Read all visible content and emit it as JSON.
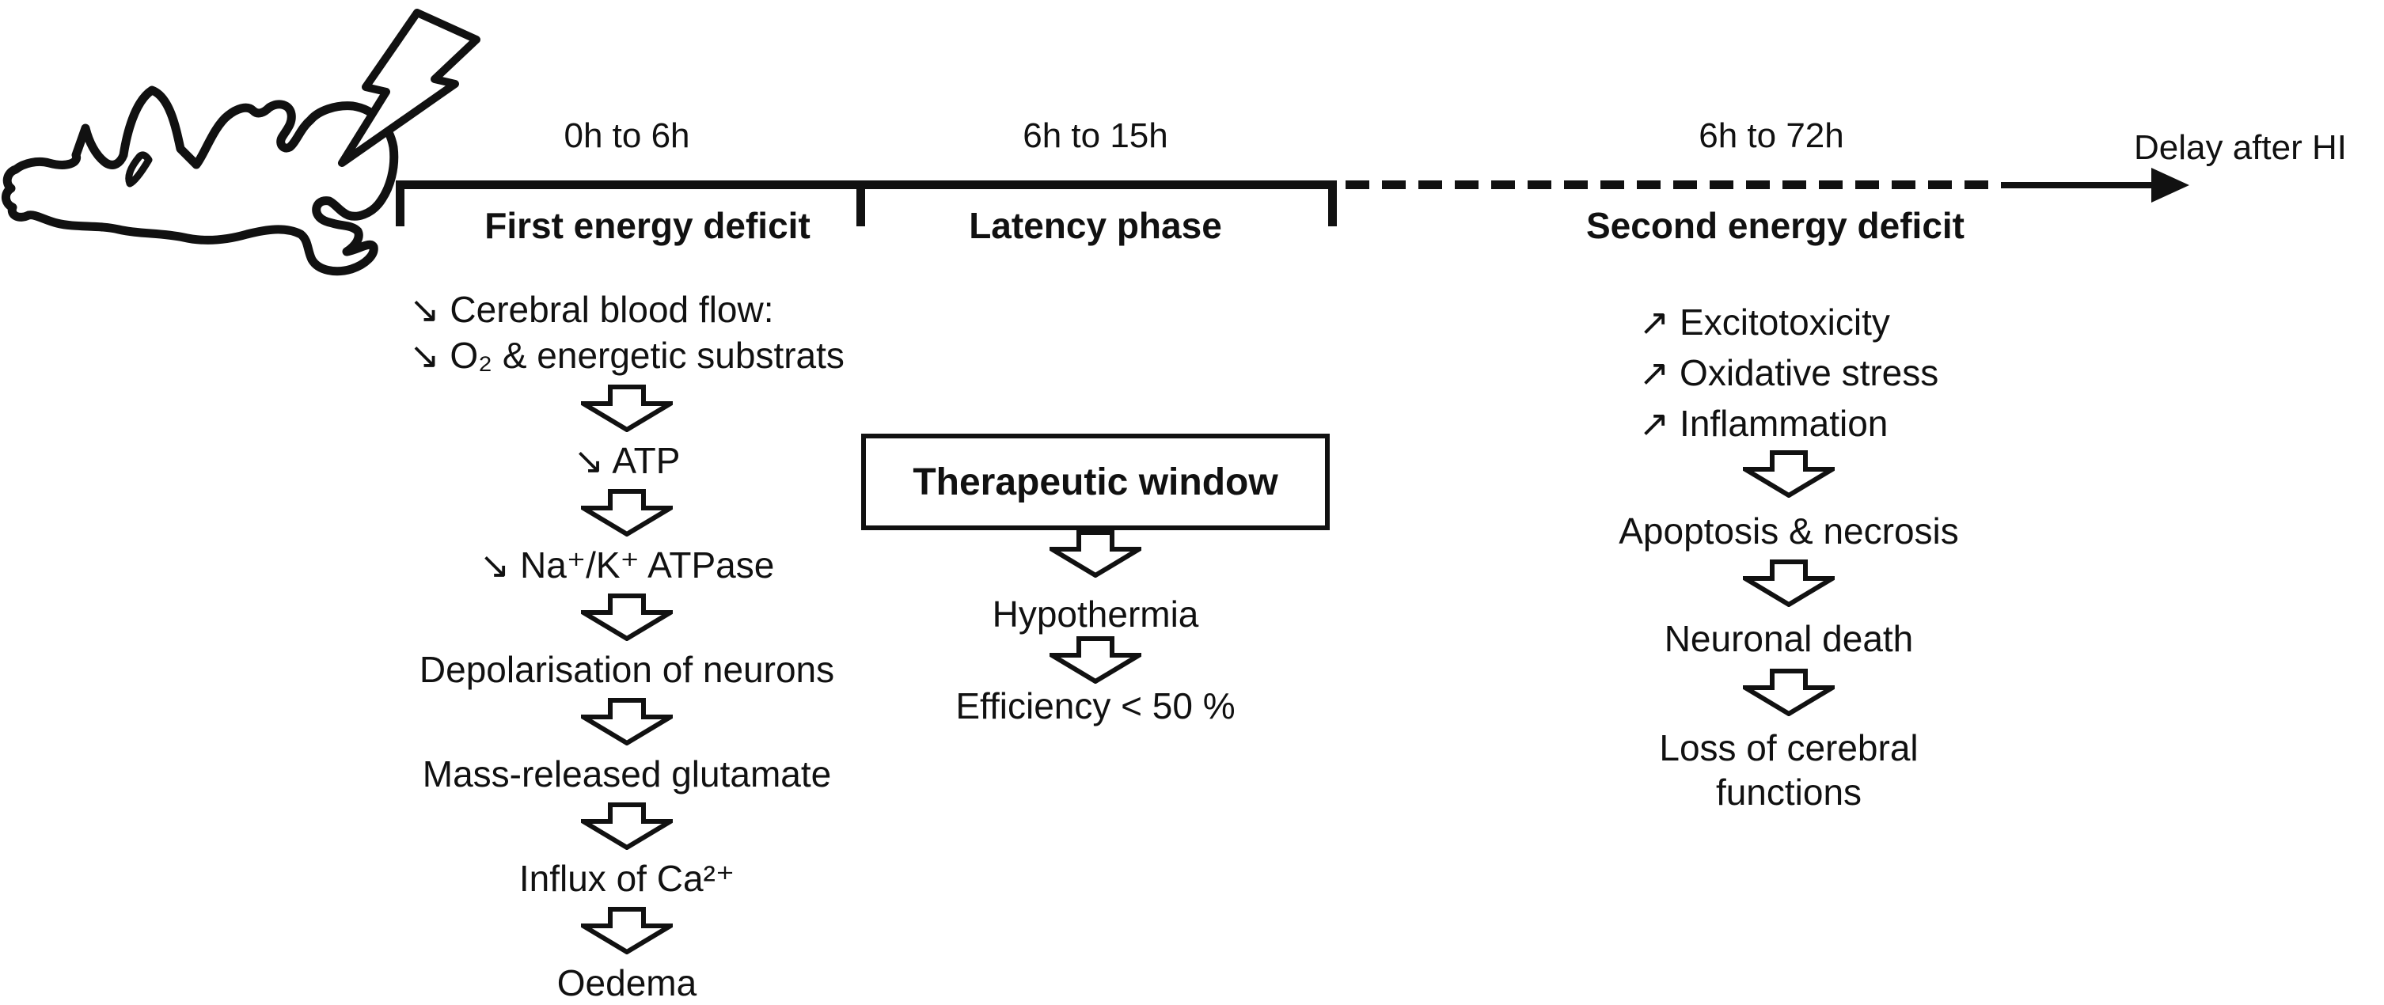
{
  "timeline": {
    "axis_label": "Delay after HI",
    "phases": [
      {
        "time": "0h to 6h",
        "label": "First energy deficit"
      },
      {
        "time": "6h to 15h",
        "label": "Latency phase"
      },
      {
        "time": "6h to 72h",
        "label": "Second energy deficit"
      }
    ]
  },
  "first_energy_deficit": {
    "causes": [
      "↘ Cerebral blood flow:",
      "↘ O₂ & energetic substrats"
    ],
    "cascade": [
      "↘ ATP",
      "↘ Na⁺/K⁺ ATPase",
      "Depolarisation of neurons",
      "Mass-released glutamate",
      "Influx of Ca²⁺",
      "Oedema"
    ]
  },
  "latency_phase": {
    "box_label": "Therapeutic window",
    "cascade": [
      "Hypothermia",
      "Efficiency < 50 %"
    ]
  },
  "second_energy_deficit": {
    "causes": [
      "↗ Excitotoxicity",
      "↗ Oxidative stress",
      "↗ Inflammation"
    ],
    "cascade": [
      "Apoptosis & necrosis",
      "Neuronal death",
      "Loss of cerebral functions"
    ]
  },
  "icons": {
    "newborn": "newborn-outline-sketch",
    "lightning": "lightning-bolt",
    "down_arrow": "block-down-arrow"
  },
  "colors": {
    "ink": "#111111",
    "background": "#ffffff"
  }
}
